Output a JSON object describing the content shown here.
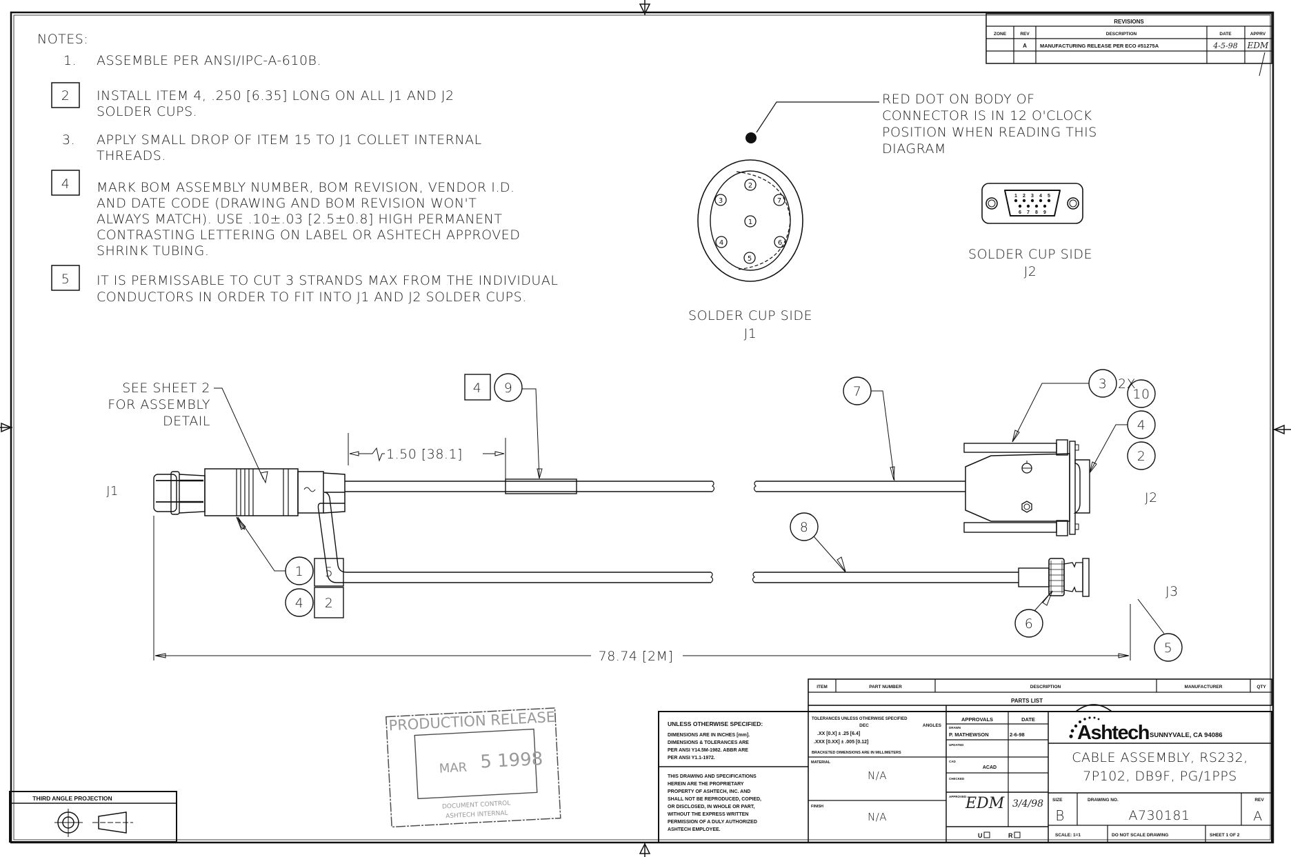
{
  "notes": {
    "heading": "NOTES:",
    "items": [
      {
        "num": "1.",
        "boxed": false,
        "lines": [
          "ASSEMBLE PER ANSI/IPC-A-610B."
        ]
      },
      {
        "num": "2",
        "boxed": true,
        "lines": [
          "INSTALL ITEM 4, .250 [6.35] LONG ON ALL J1 AND J2",
          "SOLDER CUPS."
        ]
      },
      {
        "num": "3.",
        "boxed": false,
        "lines": [
          "APPLY SMALL DROP OF ITEM 15 TO J1 COLLET INTERNAL",
          "THREADS."
        ]
      },
      {
        "num": "4",
        "boxed": true,
        "lines": [
          "MARK BOM ASSEMBLY NUMBER, BOM REVISION, VENDOR I.D.",
          "AND DATE CODE (DRAWING AND BOM REVISION WON'T",
          "ALWAYS MATCH). USE .10±.03 [2.5±0.8] HIGH PERMANENT",
          "CONTRASTING LETTERING ON LABEL OR ASHTECH APPROVED",
          "SHRINK TUBING."
        ]
      },
      {
        "num": "5",
        "boxed": true,
        "lines": [
          "IT IS PERMISSABLE TO CUT 3 STRANDS MAX FROM THE INDIVIDUAL",
          "CONDUCTORS IN ORDER TO FIT INTO J1 AND J2 SOLDER CUPS."
        ]
      }
    ]
  },
  "revisions": {
    "title": "REVISIONS",
    "headers": [
      "ZONE",
      "REV",
      "DESCRIPTION",
      "DATE",
      "APPRV"
    ],
    "rows": [
      {
        "zone": "",
        "rev": "A",
        "description": "MANUFACTURING RELEASE PER ECO #51275A",
        "date": "4-5-98",
        "apprv": "EDM"
      }
    ]
  },
  "j1_view": {
    "callout": [
      "RED DOT ON BODY OF",
      "CONNECTOR IS IN 12 O'CLOCK",
      "POSITION WHEN READING THIS",
      "DIAGRAM"
    ],
    "caption": "SOLDER CUP SIDE",
    "label": "J1",
    "pins": [
      "1",
      "2",
      "3",
      "4",
      "5",
      "6",
      "7"
    ]
  },
  "j2_view": {
    "caption": "SOLDER CUP SIDE",
    "label": "J2",
    "pins_top": [
      "1",
      "2",
      "3",
      "4",
      "5"
    ],
    "pins_bottom": [
      "6",
      "7",
      "8",
      "9"
    ]
  },
  "assembly": {
    "see_sheet": [
      "SEE SHEET 2",
      "FOR ASSEMBLY",
      "DETAIL"
    ],
    "j1_label": "J1",
    "j2_label": "J2",
    "j3_label": "J3",
    "dim_short": "1.50 [38.1]",
    "dim_overall": "78.74 [2M]",
    "balloons": {
      "b9": "9",
      "b9_note": "4",
      "b7": "7",
      "b3": "3",
      "b3_qty": "2X",
      "b10": "10",
      "b4r": "4",
      "b2r": "2",
      "b8": "8",
      "b6": "6",
      "b5": "5",
      "b1": "1",
      "b1_note": "5",
      "b4l": "4",
      "b4l_note": "2"
    }
  },
  "stamp": {
    "title": "PRODUCTION RELEASE",
    "month": "MAR",
    "day_year": "5 1998",
    "footer1": "DOCUMENT CONTROL",
    "footer2": "ASHTECH INTERNAL"
  },
  "projection": {
    "title": "THIRD ANGLE PROJECTION"
  },
  "parts_list": {
    "headers": [
      "ITEM",
      "PART NUMBER",
      "DESCRIPTION",
      "MANUFACTURER",
      "QTY"
    ],
    "title": "PARTS LIST"
  },
  "title_block": {
    "unless_title": "UNLESS OTHERWISE SPECIFIED:",
    "unless_lines": [
      "DIMENSIONS ARE IN INCHES [mm].",
      "DIMENSIONS & TOLERANCES ARE",
      "PER ANSI Y14.5M-1982. ABBR ARE",
      "PER ANSI Y1.1-1972."
    ],
    "proprietary_lines": [
      "THIS DRAWING AND SPECIFICATIONS",
      "HEREIN ARE THE PROPRIETARY",
      "PROPERTY OF ASHTECH, INC. AND",
      "SHALL NOT BE REPRODUCED, COPIED,",
      "OR DISCLOSED, IN WHOLE OR PART,",
      "WITHOUT THE EXPRESS WRITTEN",
      "PERMISSION OF A DULY AUTHORIZED",
      "ASHTECH EMPLOYEE."
    ],
    "tolerances_title": "TOLERANCES UNLESS OTHERWISE SPECIFIED",
    "tol_dec": "DEC",
    "tol_angles": "ANGLES",
    "tol_xx": ".XX [0.X] ± .25 [6.4]",
    "tol_xxx": ".XXX [0.XX] ± .005 [0.12]",
    "tol_bracket": "BRACKETED DIMENSIONS ARE IN MILLIMETERS",
    "material_label": "MATERIAL",
    "material_value": "N/A",
    "finish_label": "FINISH",
    "finish_value": "N/A",
    "approvals_label": "APPROVALS",
    "date_label": "DATE",
    "drawn_label": "DRAWN",
    "drawn_by": "P. MATHEWSON",
    "drawn_date": "2-6-98",
    "updated_label": "UPDATED",
    "cad_label": "CAD",
    "cad_value": "ACAD",
    "checked_label": "CHECKED",
    "approved_label": "APPROVED",
    "approved_by": "EDM",
    "approved_date": "3/4/98",
    "u_label": "U",
    "r_label": "R",
    "company": "Ashtech",
    "location": "SUNNYVALE, CA 94086",
    "title_line1": "CABLE ASSEMBLY, RS232,",
    "title_line2": "7P102, DB9F, PG/1PPS",
    "size_label": "SIZE",
    "size_value": "B",
    "dwg_label": "DRAWING NO.",
    "dwg_value": "A730181",
    "rev_label": "REV",
    "rev_value": "A",
    "scale": "SCALE: 1=1",
    "do_not_scale": "DO NOT SCALE DRAWING",
    "sheet": "SHEET 1 OF 2"
  }
}
